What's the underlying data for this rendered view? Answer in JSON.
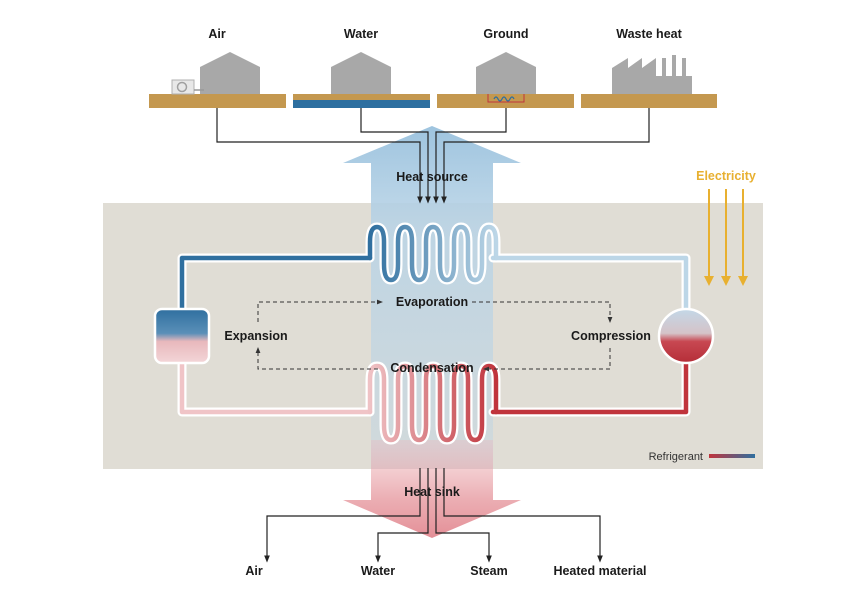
{
  "sources": {
    "air": "Air",
    "water": "Water",
    "ground": "Ground",
    "waste_heat": "Waste heat"
  },
  "heat_source_label": "Heat source",
  "electricity_label": "Electricity",
  "cycle": {
    "evaporation": "Evaporation",
    "compression": "Compression",
    "condensation": "Condensation",
    "expansion": "Expansion"
  },
  "heat_sink_label": "Heat sink",
  "sinks": {
    "air": "Air",
    "water": "Water",
    "steam": "Steam",
    "heated_material": "Heated material"
  },
  "legend": {
    "refrigerant_label": "Refrigerant"
  },
  "colors": {
    "ground": "#c4984f",
    "water": "#2d6fa0",
    "building": "#a8a8a8",
    "panel": "#e0ddd5",
    "electricity": "#e8b030",
    "cold": "#2f6f9f",
    "hot": "#c0343c"
  }
}
